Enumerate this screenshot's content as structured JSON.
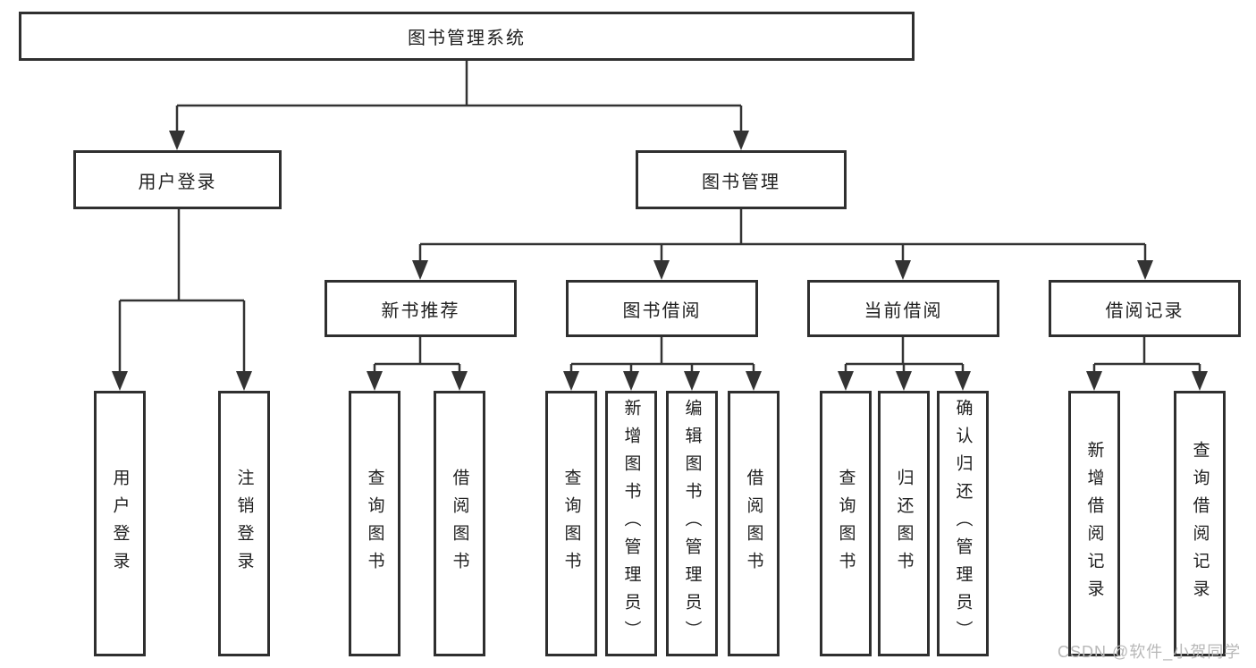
{
  "tree": {
    "label": "图书管理系统",
    "children": [
      {
        "label": "用户登录",
        "children": [
          {
            "label": "用户登录"
          },
          {
            "label": "注销登录"
          }
        ]
      },
      {
        "label": "图书管理",
        "children": [
          {
            "label": "新书推荐",
            "children": [
              {
                "label": "查询图书"
              },
              {
                "label": "借阅图书"
              }
            ]
          },
          {
            "label": "图书借阅",
            "children": [
              {
                "label": "查询图书"
              },
              {
                "label": "新增图书（管理员）"
              },
              {
                "label": "编辑图书（管理员）"
              },
              {
                "label": "借阅图书"
              }
            ]
          },
          {
            "label": "当前借阅",
            "children": [
              {
                "label": "查询图书"
              },
              {
                "label": "归还图书"
              },
              {
                "label": "确认归还（管理员）"
              }
            ]
          },
          {
            "label": "借阅记录",
            "children": [
              {
                "label": "新增借阅记录"
              },
              {
                "label": "查询借阅记录"
              }
            ]
          }
        ]
      }
    ]
  },
  "watermark": "CSDN @软件_小贺同学",
  "colors": {
    "line": "#333333",
    "border": "#2f2f2f",
    "text": "#1f1f1f",
    "watermark": "#b8b8b8",
    "box_bg": "#ffffff"
  }
}
